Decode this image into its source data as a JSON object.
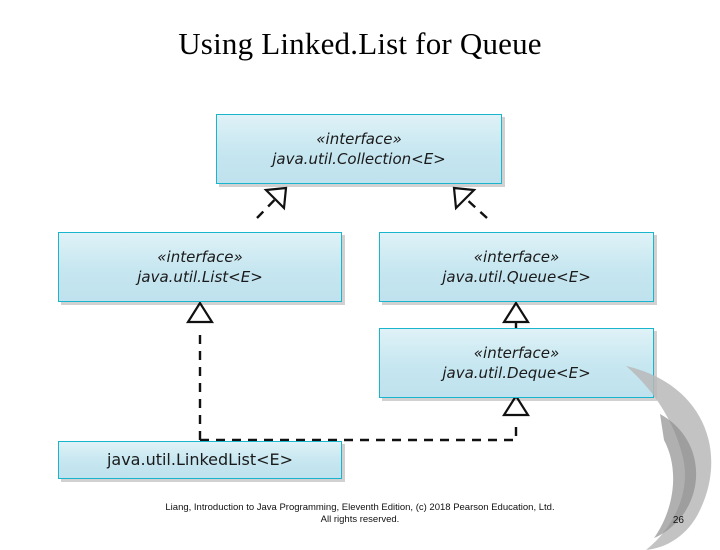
{
  "slide": {
    "title": "Using Linked.List for Queue",
    "page_number": "26",
    "footer_line1": "Liang, Introduction to Java Programming, Eleventh Edition, (c) 2018 Pearson Education, Ltd.",
    "footer_line2": "All rights reserved.",
    "colors": {
      "box_fill": "#cdeaf2",
      "box_border": "#18b5cd",
      "text": "#1a1a1a",
      "connector": "#111111",
      "swoosh": "#9a9a9a"
    }
  },
  "diagram": {
    "type": "uml-class-diagram",
    "boxes": [
      {
        "id": "collection",
        "stereotype": "«interface»",
        "name": "java.util.Collection<E>"
      },
      {
        "id": "list",
        "stereotype": "«interface»",
        "name": "java.util.List<E>"
      },
      {
        "id": "queue",
        "stereotype": "«interface»",
        "name": "java.util.Queue<E>"
      },
      {
        "id": "deque",
        "stereotype": "«interface»",
        "name": "java.util.Deque<E>"
      },
      {
        "id": "linkedlist",
        "stereotype": "",
        "name": "java.util.LinkedList<E>"
      }
    ],
    "relationships": [
      {
        "from": "list",
        "to": "collection",
        "kind": "extends-dashed-hollow-triangle"
      },
      {
        "from": "queue",
        "to": "collection",
        "kind": "extends-dashed-hollow-triangle"
      },
      {
        "from": "deque",
        "to": "queue",
        "kind": "extends-dashed-hollow-triangle"
      },
      {
        "from": "linkedlist",
        "to": "list",
        "kind": "implements-dashed-hollow-triangle"
      },
      {
        "from": "linkedlist",
        "to": "deque",
        "kind": "implements-dashed-hollow-triangle"
      }
    ]
  }
}
